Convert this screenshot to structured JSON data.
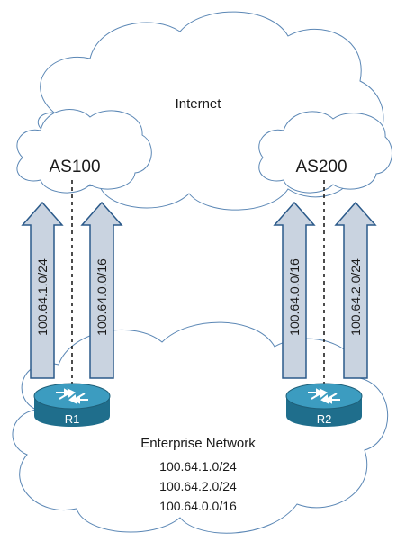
{
  "clouds": {
    "internet": "Internet",
    "as100": "AS100",
    "as200": "AS200",
    "enterprise": "Enterprise Network"
  },
  "enterprise_prefixes": [
    "100.64.1.0/24",
    "100.64.2.0/24",
    "100.64.0.0/16"
  ],
  "routers": {
    "r1": "R1",
    "r2": "R2"
  },
  "advertisements": {
    "as100_specific": "100.64.1.0/24",
    "as100_aggregate": "100.64.0.0/16",
    "as200_aggregate": "100.64.0.0/16",
    "as200_specific": "100.64.2.0/24"
  },
  "colors": {
    "cloud_stroke": "#5b87b5",
    "arrow_fill": "#c9d3e0",
    "arrow_stroke": "#2b5a8a",
    "router_body": "#1f6e8c",
    "router_top": "#3c9cc0"
  }
}
